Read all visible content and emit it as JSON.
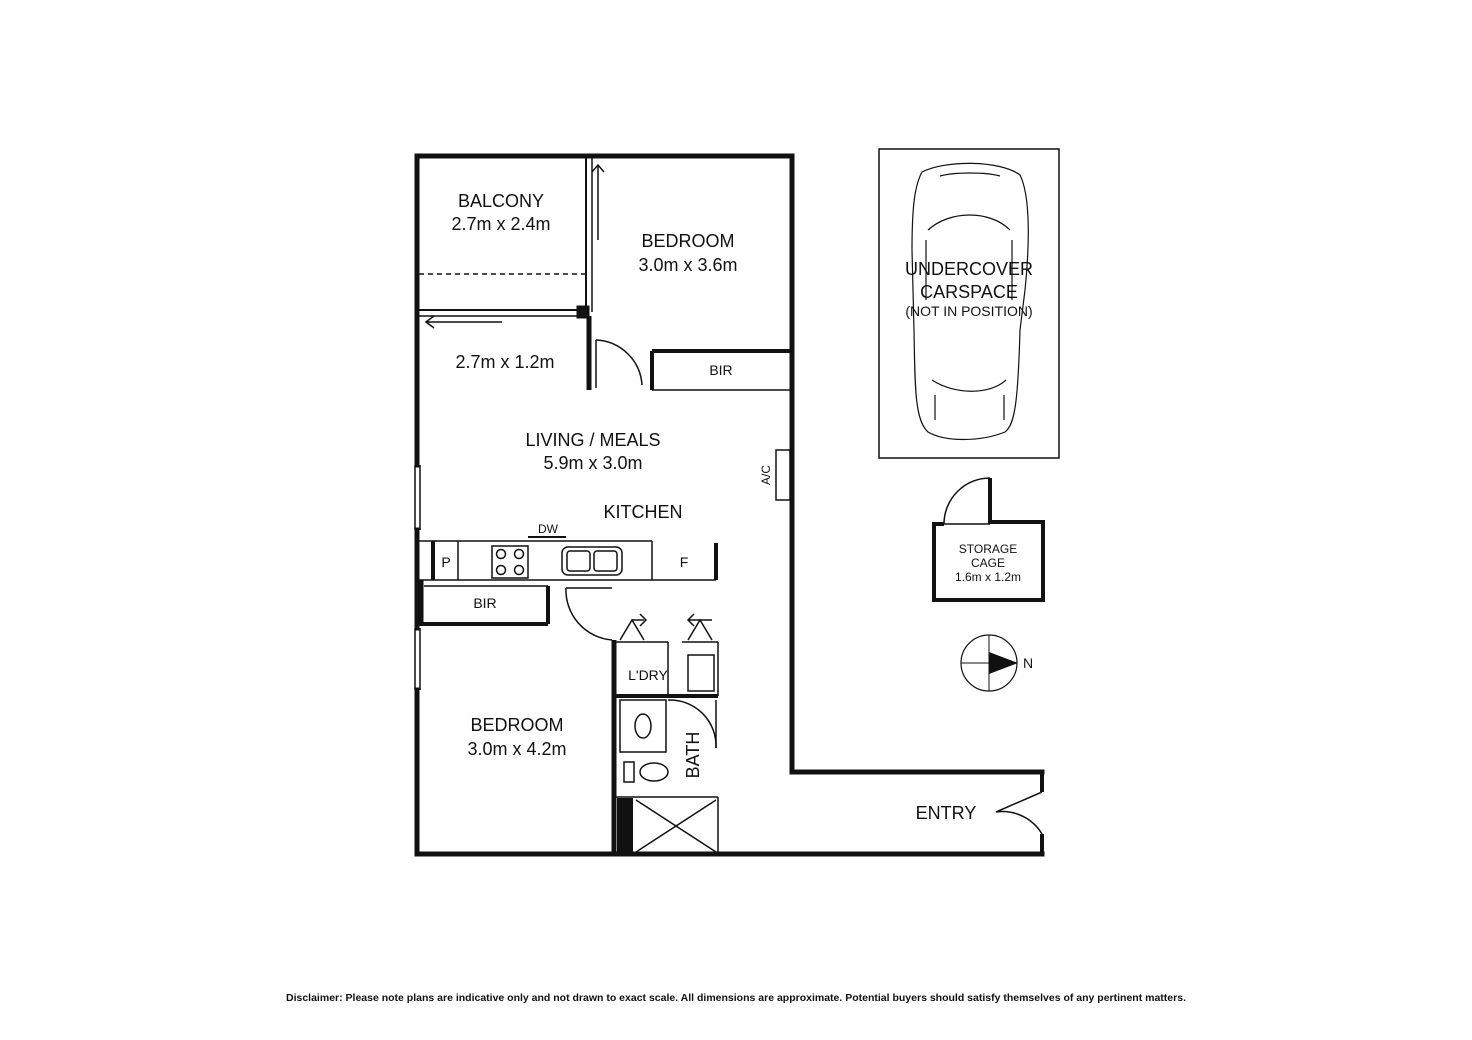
{
  "labels": {
    "balcony_name": "BALCONY",
    "balcony_dims": "2.7m x 2.4m",
    "bedroom1_name": "BEDROOM",
    "bedroom1_dims": "3.0m x 3.6m",
    "study_dims": "2.7m x 1.2m",
    "bir": "BIR",
    "living_name": "LIVING / MEALS",
    "living_dims": "5.9m x 3.0m",
    "ac": "A/C",
    "kitchen": "KITCHEN",
    "dw": "DW",
    "pantry": "P",
    "fridge": "F",
    "laundry": "L'DRY",
    "bedroom2_name": "BEDROOM",
    "bedroom2_dims": "3.0m x 4.2m",
    "bath": "BATH",
    "entry": "ENTRY",
    "carspace_line1": "UNDERCOVER",
    "carspace_line2": "CARSPACE",
    "carspace_note": "(NOT IN POSITION)",
    "storage_line1": "STORAGE",
    "storage_line2": "CAGE",
    "storage_dims": "1.6m x 1.2m",
    "north": "N"
  },
  "disclaimer": "Disclaimer: Please note plans are indicative only and not drawn to exact scale. All dimensions are approximate. Potential buyers should satisfy themselves of any pertinent matters.",
  "colors": {
    "wall": "#111111",
    "background": "#ffffff"
  }
}
